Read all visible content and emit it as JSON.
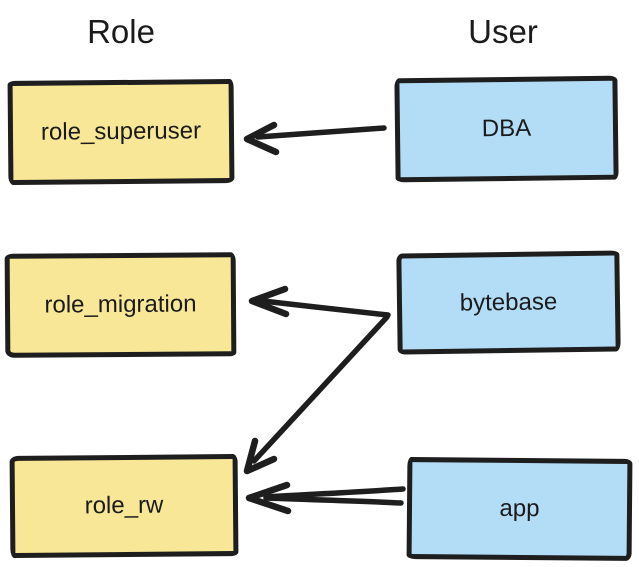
{
  "diagram": {
    "title_columns": {
      "role_header": "Role",
      "user_header": "User"
    },
    "roles": [
      {
        "id": "role_superuser",
        "label": "role_superuser"
      },
      {
        "id": "role_migration",
        "label": "role_migration"
      },
      {
        "id": "role_rw",
        "label": "role_rw"
      }
    ],
    "users": [
      {
        "id": "DBA",
        "label": "DBA"
      },
      {
        "id": "bytebase",
        "label": "bytebase"
      },
      {
        "id": "app",
        "label": "app"
      }
    ],
    "edges": [
      {
        "from": "DBA",
        "to": "role_superuser"
      },
      {
        "from": "bytebase",
        "to": "role_migration"
      },
      {
        "from": "bytebase",
        "to": "role_rw"
      },
      {
        "from": "app",
        "to": "role_rw"
      }
    ],
    "colors": {
      "role_fill": "#F8E796",
      "user_fill": "#B3DDF7",
      "stroke": "#1e1e1e",
      "text": "#1b1b1b",
      "background": "#ffffff"
    }
  }
}
